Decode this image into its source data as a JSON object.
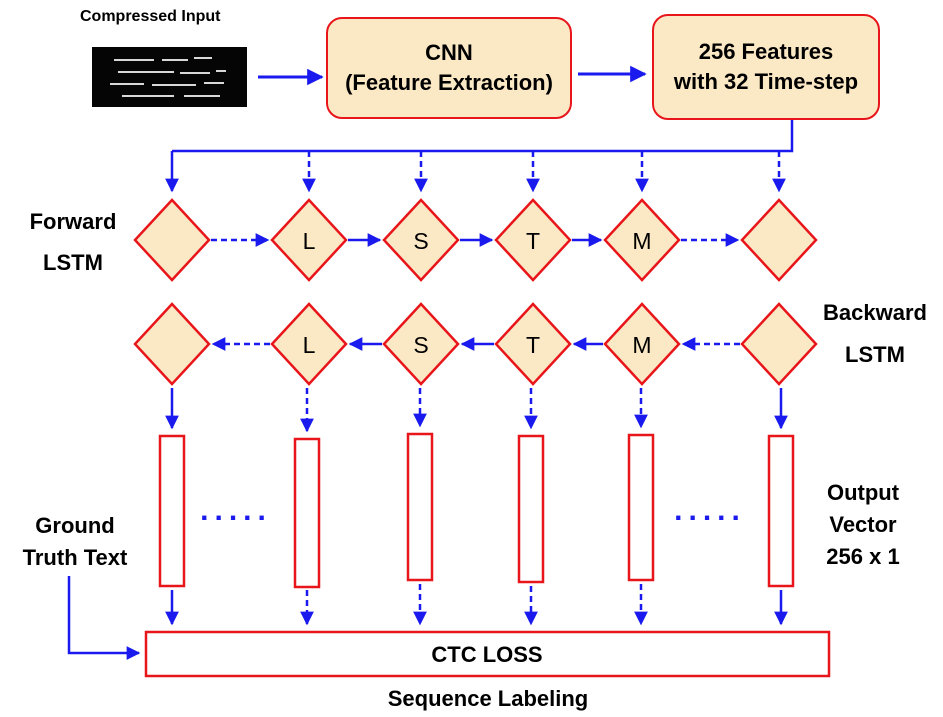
{
  "input": {
    "title": "Compressed Input"
  },
  "cnn": {
    "line1": "CNN",
    "line2": "(Feature Extraction)"
  },
  "features": {
    "line1": "256 Features",
    "line2": "with 32 Time-step"
  },
  "forward": {
    "line1": "Forward",
    "line2": "LSTM",
    "cells": [
      "",
      "L",
      "S",
      "T",
      "M",
      ""
    ]
  },
  "backward": {
    "line1": "Backward",
    "line2": "LSTM",
    "cells": [
      "",
      "L",
      "S",
      "T",
      "M",
      ""
    ]
  },
  "ground_truth": {
    "line1": "Ground",
    "line2": "Truth Text"
  },
  "output": {
    "line1": "Output",
    "line2": "Vector",
    "line3": "256 x 1",
    "dots": "....."
  },
  "ctc": {
    "label": "CTC LOSS"
  },
  "caption": "Sequence Labeling",
  "colors": {
    "red": "#e8161b",
    "fill": "#fbe8c4",
    "arrow": "#1a1aee"
  }
}
